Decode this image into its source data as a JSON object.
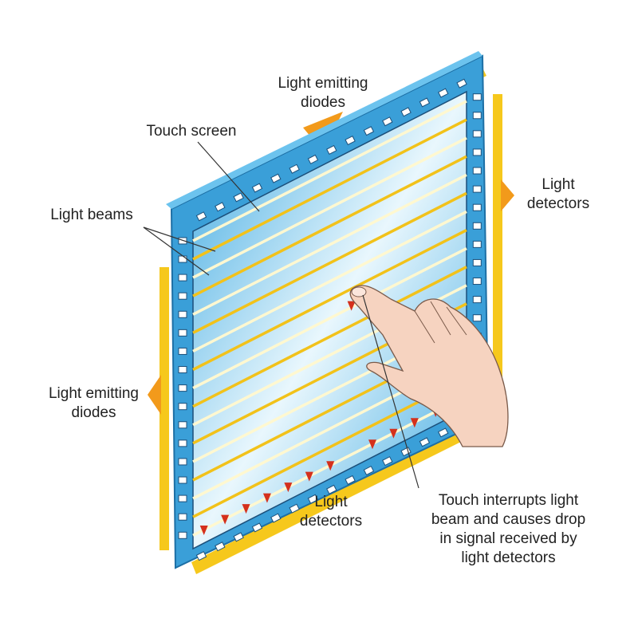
{
  "labels": {
    "top_emitters": "Light emitting\ndiodes",
    "touch_screen": "Touch screen",
    "light_beams": "Light beams",
    "right_detectors": "Light\ndetectors",
    "left_emitters": "Light emitting\ndiodes",
    "bottom_detectors": "Light\ndetectors",
    "touch_note": "Touch interrupts light\nbeam and causes drop\nin signal received by\nlight detectors"
  },
  "colors": {
    "frame": "#3a9fd8",
    "screen": "#bfe6f7",
    "beam_vertical": "#d4301c",
    "beam_horizontal": "#f2c21a",
    "bracket": "#f6c81c",
    "arrow": "#f29a1b",
    "skin": "#f6d3c0"
  }
}
